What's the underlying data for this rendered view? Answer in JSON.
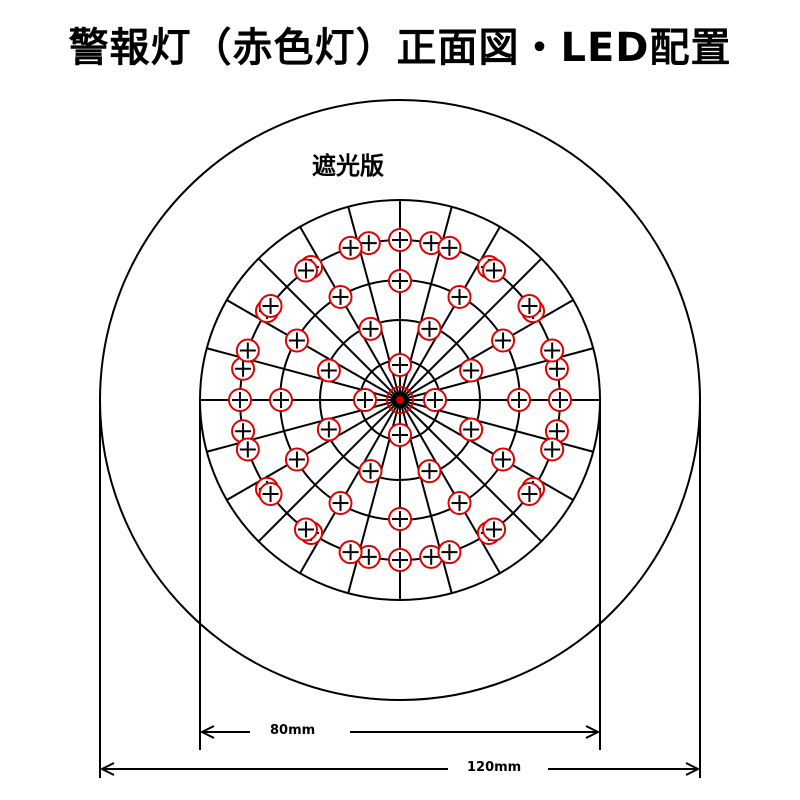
{
  "title": "警報灯（赤色灯）正面図・LED配置",
  "labels": {
    "light_shield": "遮光版",
    "inner_diameter": "80mm",
    "outer_diameter": "120mm"
  },
  "colors": {
    "line": "#000000",
    "led_ring": "#e00000",
    "center_dot": "#cc0000",
    "background": "#ffffff"
  },
  "led_layout": {
    "ring_counts": [
      4,
      8,
      12,
      16,
      20
    ],
    "center_led_count": 1,
    "spokes": 24
  }
}
